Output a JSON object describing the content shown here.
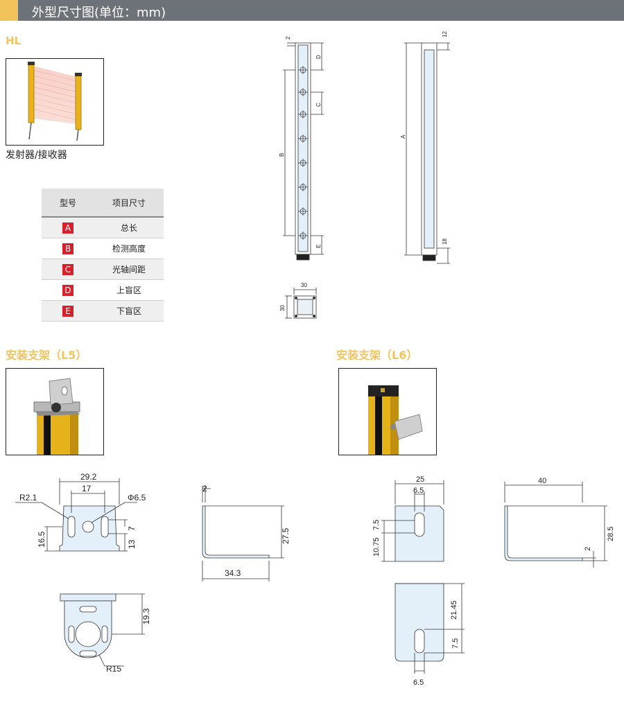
{
  "header": {
    "title": "外型尺寸图(单位：mm)"
  },
  "hl": {
    "label": "HL",
    "caption": "发射器/接收器"
  },
  "table": {
    "col1": "型号",
    "col2": "项目尺寸",
    "rows": [
      {
        "code": "A",
        "name": "总长"
      },
      {
        "code": "B",
        "name": "检测高度"
      },
      {
        "code": "C",
        "name": "光轴间距"
      },
      {
        "code": "D",
        "name": "上盲区"
      },
      {
        "code": "E",
        "name": "下盲区"
      }
    ]
  },
  "front_view": {
    "dim_top": "2",
    "dim_d": "D",
    "dim_c": "C",
    "dim_b": "B",
    "dim_e": "E"
  },
  "side_view": {
    "dim_top": "12",
    "dim_a": "A",
    "dim_bottom": "18"
  },
  "section": {
    "width": "30",
    "height": "30"
  },
  "bracket_l5": {
    "title": "安装支架（L5）",
    "dims": {
      "w292": "29.2",
      "w17": "17",
      "r21": "R2.1",
      "phi65": "Φ6.5",
      "h165": "16.5",
      "h7": "7",
      "h13": "13",
      "t2": "2",
      "h275": "27.5",
      "w343": "34.3",
      "h193": "19.3",
      "r15": "R15"
    }
  },
  "bracket_l6": {
    "title": "安装支架（L6）",
    "dims": {
      "w25": "25",
      "w65": "6.5",
      "h75": "7.5",
      "h1075": "10.75",
      "w40": "40",
      "h285": "28.5",
      "t2": "2",
      "h2145": "21.45",
      "h75b": "7.5",
      "w65b": "6.5"
    }
  }
}
